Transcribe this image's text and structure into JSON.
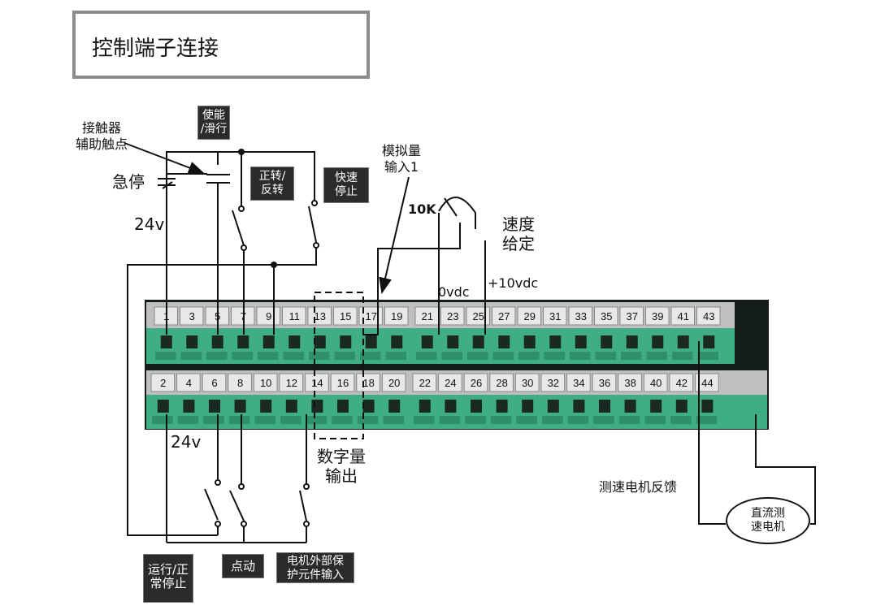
{
  "title": "控制端子连接",
  "terminals": {
    "top_row": [
      "1",
      "3",
      "5",
      "7",
      "9",
      "11",
      "13",
      "15",
      "17",
      "19",
      "21",
      "23",
      "25",
      "27",
      "29",
      "31",
      "33",
      "35",
      "37",
      "39",
      "41",
      "43"
    ],
    "bottom_row": [
      "2",
      "4",
      "6",
      "8",
      "10",
      "12",
      "14",
      "16",
      "18",
      "20",
      "22",
      "24",
      "26",
      "28",
      "30",
      "32",
      "34",
      "36",
      "38",
      "40",
      "42",
      "44"
    ]
  },
  "labels": {
    "contactor_aux": [
      "接触器",
      "辅助触点"
    ],
    "estop": "急停",
    "v24_top": "24v",
    "v24_bottom": "24v",
    "analog_input": [
      "模拟量",
      "输入1"
    ],
    "pot": "10K",
    "speed_ref": [
      "速度",
      "给定"
    ],
    "v0": "0vdc",
    "v10": "+10vdc",
    "digital_output": [
      "数字量",
      "输出"
    ],
    "tacho_feedback": "测速电机反馈"
  },
  "boxes": {
    "enable": [
      "使能",
      "/滑行"
    ],
    "fwd_rev": [
      "正转/",
      "反转"
    ],
    "quick_stop": [
      "快速",
      "停止"
    ],
    "run_stop": [
      "运行/正",
      "常停止"
    ],
    "jog": "点动",
    "motor_protect": [
      "电机外部保",
      "护元件输入"
    ]
  },
  "motor": [
    "直流测",
    "速电机"
  ],
  "colors": {
    "terminal_green": "#3fae84",
    "terminal_dark": "#1a2a22",
    "label_strip": "#d4d4d4",
    "box_fill": "#2b2b2b",
    "title_border": "#8c8c8c"
  }
}
